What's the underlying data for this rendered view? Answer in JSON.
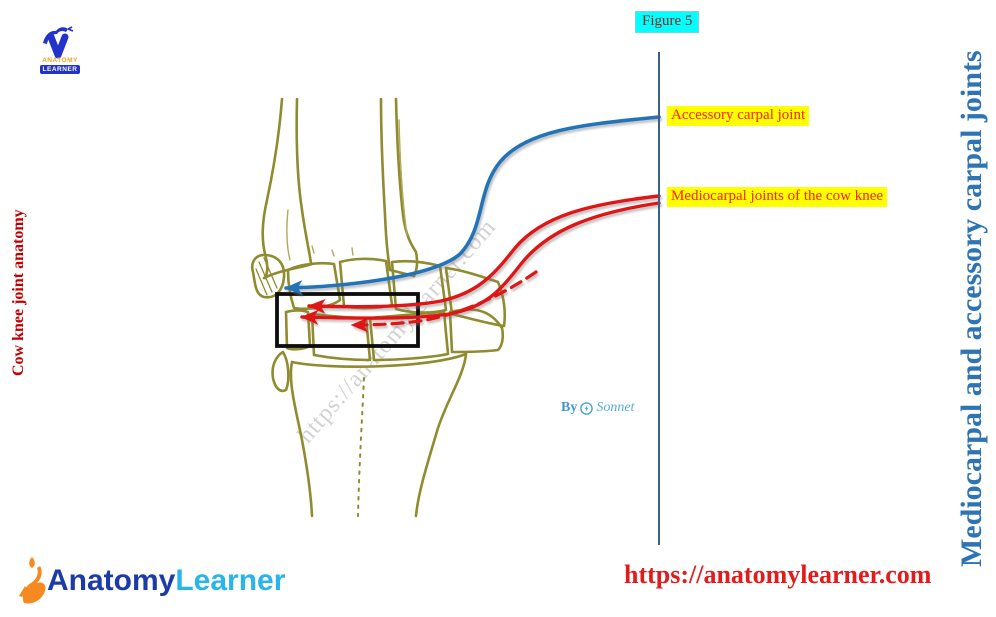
{
  "figure": {
    "label": "Figure 5"
  },
  "titles": {
    "left_vertical": "Cow knee joint anatomy",
    "right_vertical": "Mediocarpal and accessory carpal joints"
  },
  "annotations": {
    "accessory": "Accessory carpal joint",
    "mediocarpal": "Mediocarpal joints of the cow knee"
  },
  "watermark": "https://anatomylearner.com",
  "credit": {
    "by": "By",
    "name": "Sonnet"
  },
  "footer": {
    "url": "https://anatomylearner.com"
  },
  "logo_top": {
    "anatomy": "ANATOMY",
    "learner": "LEARNER"
  },
  "logo_bottom": {
    "anatomy": "Anatomy",
    "learner": "Learner"
  },
  "colors": {
    "figure_label_bg": "#00ffff",
    "figure_label_text": "#9c2020",
    "annotation_bg": "#ffff00",
    "annotation_text": "#ff2012",
    "left_title": "#c00000",
    "right_title": "#2e74b5",
    "footer_url": "#e31b1b",
    "arrow_blue": "#2173b8",
    "arrow_red": "#e01212",
    "bone_outline": "#8f8b2e",
    "separator_line": "#3b6086",
    "highlight_box": "#0d0d0d"
  }
}
